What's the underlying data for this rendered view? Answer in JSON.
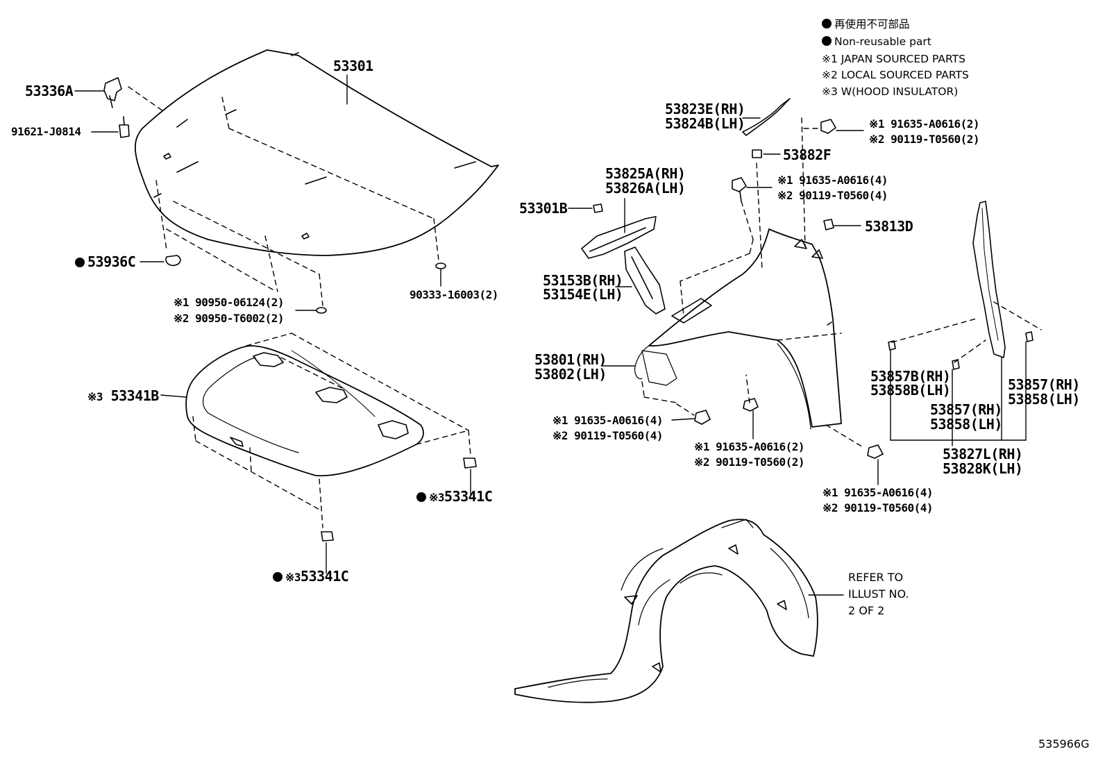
{
  "legend": {
    "jp": "再使用不可部品",
    "en": "Non-reusable part",
    "note1": "※1 JAPAN SOURCED PARTS",
    "note2": "※2 LOCAL SOURCED PARTS",
    "note3": "※3 W(HOOD INSULATOR)"
  },
  "labels": {
    "p53301": "53301",
    "p53336A": "53336A",
    "p91621": "91621-J0814",
    "p53936C": "53936C",
    "p90950a": "※1 90950-06124(2)",
    "p90950b": "※2 90950-T6002(2)",
    "p90333": "90333-16003(2)",
    "p53341B": "53341B",
    "p53341B_mark": "※3",
    "p53341C_r_mark": "※3",
    "p53341C_r": "53341C",
    "p53341C_b_mark": "※3",
    "p53341C_b": "53341C",
    "p53823E": "53823E(RH)",
    "p53824B": "53824B(LH)",
    "p91635_top1": "※1 91635-A0616(2)",
    "p90119_top2": "※2 90119-T0560(2)",
    "p53882F": "53882F",
    "p53825A": "53825A(RH)",
    "p53826A": "53826A(LH)",
    "p91635_mid1": "※1 91635-A0616(4)",
    "p90119_mid2": "※2 90119-T0560(4)",
    "p53301B": "53301B",
    "p53813D": "53813D",
    "p53153B": "53153B(RH)",
    "p53154E": "53154E(LH)",
    "p53801": "53801(RH)",
    "p53802": "53802(LH)",
    "p91635_lo1": "※1 91635-A0616(4)",
    "p90119_lo2": "※2 90119-T0560(4)",
    "p91635_c1": "※1 91635-A0616(2)",
    "p90119_c2": "※2 90119-T0560(2)",
    "p91635_r1": "※1 91635-A0616(4)",
    "p90119_r2": "※2 90119-T0560(4)",
    "p53857B": "53857B(RH)",
    "p53858B": "53858B(LH)",
    "p53857_mid": "53857(RH)",
    "p53858_mid": "53858(LH)",
    "p53857_r": "53857(RH)",
    "p53858_r": "53858(LH)",
    "p53827L": "53827L(RH)",
    "p53828K": "53828K(LH)"
  },
  "refer": {
    "line1": "REFER TO",
    "line2": "ILLUST NO.",
    "line3": "2 OF 2"
  },
  "illustration_code": "535966G"
}
